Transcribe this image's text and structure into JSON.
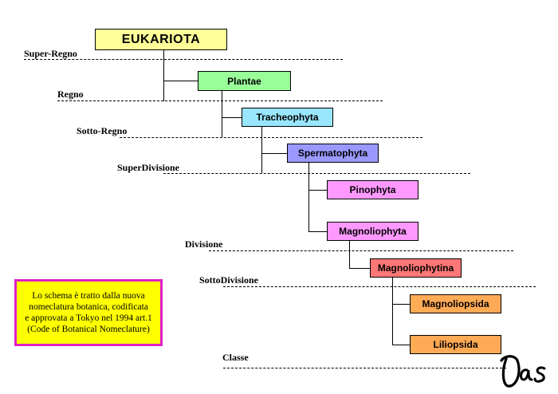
{
  "ranks": [
    {
      "label": "Super-Regno"
    },
    {
      "label": "Regno"
    },
    {
      "label": "Sotto-Regno"
    },
    {
      "label": "SuperDivisione"
    },
    {
      "label": "Divisione"
    },
    {
      "label": "SottoDivisione"
    },
    {
      "label": "Classe"
    }
  ],
  "taxa": [
    {
      "label": "EUKARIOTA",
      "color": "#ffff99"
    },
    {
      "label": "Plantae",
      "color": "#99ff99"
    },
    {
      "label": "Tracheophyta",
      "color": "#99e6ff"
    },
    {
      "label": "Spermatophyta",
      "color": "#9999ff"
    },
    {
      "label": "Pinophyta",
      "color": "#ff99ff"
    },
    {
      "label": "Magnoliophyta",
      "color": "#ff99ff"
    },
    {
      "label": "Magnoliophytina",
      "color": "#ff7777"
    },
    {
      "label": "Magnoliopsida",
      "color": "#ffaa55"
    },
    {
      "label": "Liliopsida",
      "color": "#ffaa55"
    }
  ],
  "note": {
    "lines": [
      "Lo schema è tratto dalla nuova",
      "nomeclatura botanica, codificata",
      "e approvata a Tokyo nel 1994 art.1",
      "(Code of Botanical Nomeclature)"
    ]
  },
  "signature": {
    "text": "Das"
  }
}
